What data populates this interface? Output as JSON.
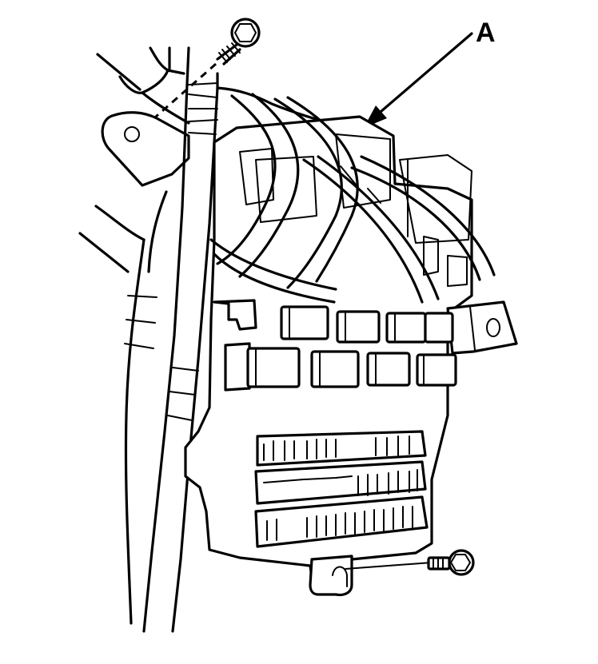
{
  "figure": {
    "type": "technical-line-drawing",
    "subject": "under-dash fuse/relay box with wiring harness and mounting bolts",
    "callouts": [
      {
        "id": "A",
        "label": "A",
        "points_to": "fuse/relay box"
      }
    ],
    "parts": {
      "upper_bolt": "mounting-bolt",
      "lower_bolt": "mounting-bolt",
      "relay_rows": [
        4,
        4
      ],
      "fuse_rows": 3,
      "mounting_tab": "bracket-with-hole"
    },
    "colors": {
      "line": "#000000",
      "background": "#ffffff"
    }
  }
}
